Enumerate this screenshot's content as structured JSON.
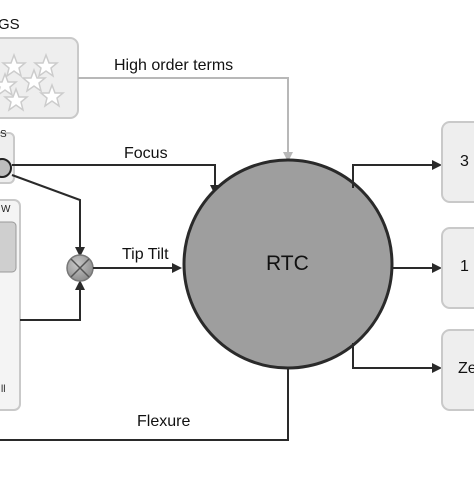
{
  "diagram": {
    "top_box_label": "GS",
    "center_node": {
      "label": "RTC"
    },
    "edges": {
      "high_order": "High order terms",
      "focus": "Focus",
      "tip_tilt": "Tip Tilt",
      "flexure": "Flexure"
    },
    "output_boxes": [
      {
        "label": "3"
      },
      {
        "label": "1"
      },
      {
        "label": "Ze"
      }
    ],
    "left_cut_labels": {
      "upper": "S",
      "middle": "W",
      "lower": "ll"
    },
    "colors": {
      "box_fill": "#eeeeee",
      "box_stroke": "#c9c9c9",
      "rtc_fill": "#9e9e9e",
      "line": "#2a2a2a",
      "high_order_line": "#b8b8b8"
    }
  }
}
